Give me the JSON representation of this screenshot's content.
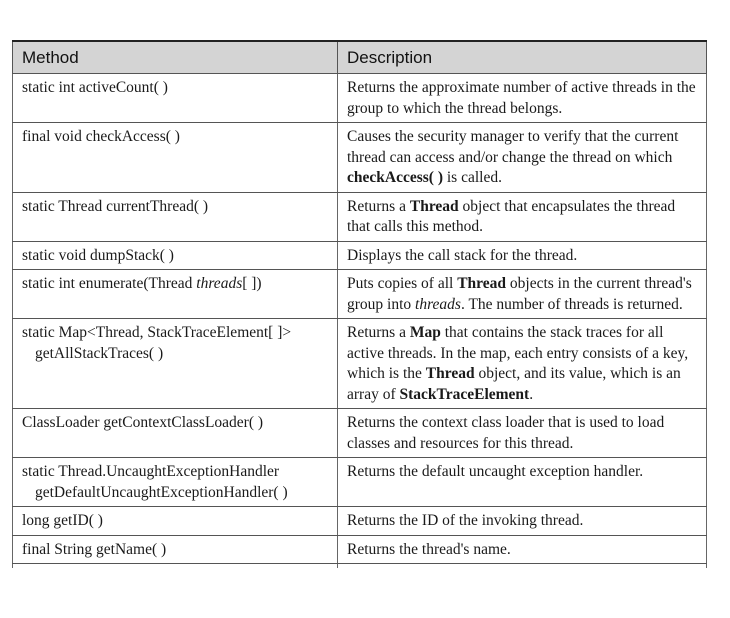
{
  "table": {
    "headers": {
      "method": "Method",
      "description": "Description"
    },
    "rows": [
      {
        "method": [
          "static int activeCount( )"
        ],
        "description": [
          {
            "t": "Returns the approximate number of active threads in the group to which the thread belongs."
          }
        ]
      },
      {
        "method": [
          "final void checkAccess( )"
        ],
        "description": [
          {
            "t": "Causes the security manager to verify that the current thread can access and/or change the thread on which "
          },
          {
            "t": "checkAccess( )",
            "b": true
          },
          {
            "t": " is called."
          }
        ]
      },
      {
        "method": [
          "static Thread currentThread( )"
        ],
        "description": [
          {
            "t": "Returns a "
          },
          {
            "t": "Thread",
            "b": true
          },
          {
            "t": " object that encapsulates the thread that calls this method."
          }
        ]
      },
      {
        "method": [
          "static void dumpStack( )"
        ],
        "description": [
          {
            "t": "Displays the call stack for the thread."
          }
        ]
      },
      {
        "method": [
          "static int enumerate(Thread ",
          {
            "t": "threads",
            "i": true
          },
          "[ ])"
        ],
        "description": [
          {
            "t": "Puts copies of all "
          },
          {
            "t": "Thread",
            "b": true
          },
          {
            "t": " objects in the current thread's group into "
          },
          {
            "t": "threads",
            "i": true
          },
          {
            "t": ". The number of threads is returned."
          }
        ]
      },
      {
        "method": [
          "static Map<Thread, StackTraceElement[ ]>",
          {
            "br": true
          },
          "getAllStackTraces( )"
        ],
        "description": [
          {
            "t": "Returns a "
          },
          {
            "t": "Map",
            "b": true
          },
          {
            "t": " that contains the stack traces for all active threads. In the map, each entry consists of a key, which is the "
          },
          {
            "t": "Thread",
            "b": true
          },
          {
            "t": " object, and its value, which is an array of "
          },
          {
            "t": "StackTraceElement",
            "b": true
          },
          {
            "t": "."
          }
        ]
      },
      {
        "method": [
          "ClassLoader getContextClassLoader( )"
        ],
        "description": [
          {
            "t": "Returns the context class loader that is used to load classes and resources for this thread."
          }
        ]
      },
      {
        "method": [
          "static Thread.UncaughtExceptionHandler",
          {
            "br": true
          },
          "getDefaultUncaughtExceptionHandler( )"
        ],
        "description": [
          {
            "t": "Returns the default uncaught exception handler."
          }
        ]
      },
      {
        "method": [
          "long getID( )"
        ],
        "description": [
          {
            "t": "Returns the ID of the invoking thread."
          }
        ]
      },
      {
        "method": [
          "final String getName( )"
        ],
        "description": [
          {
            "t": "Returns the thread's name."
          }
        ]
      }
    ]
  }
}
